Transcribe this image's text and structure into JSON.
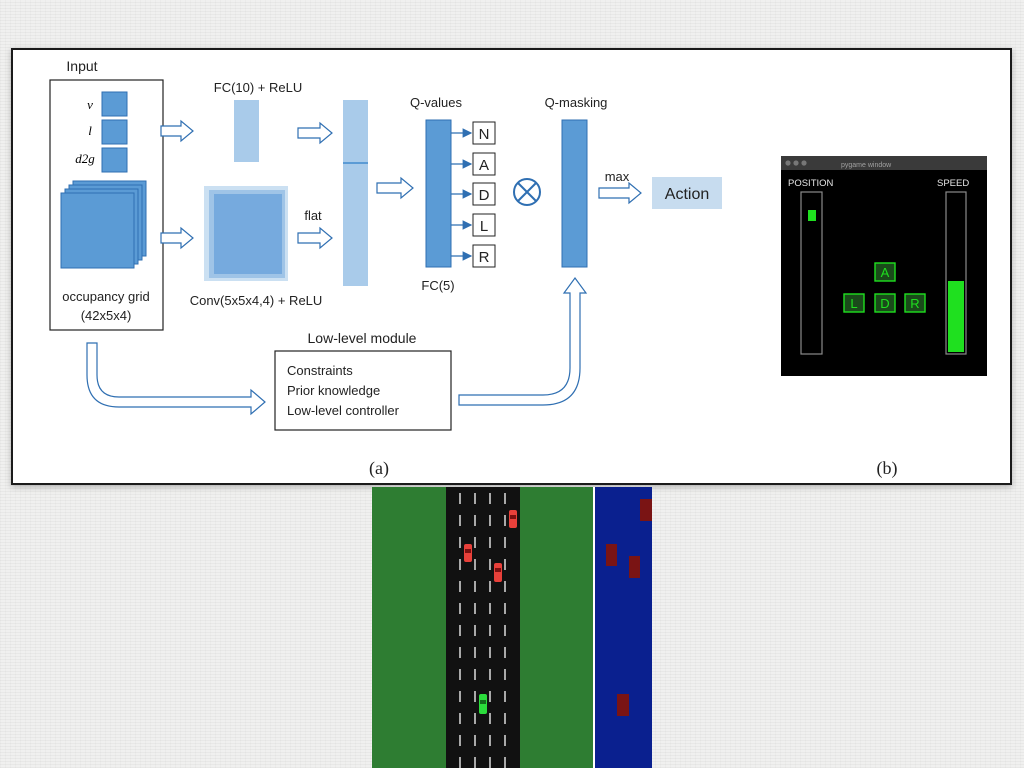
{
  "diagram": {
    "input_title": "Input",
    "inputs": [
      "v",
      "l",
      "d2g"
    ],
    "occupancy_label": "occupancy grid",
    "occupancy_dims": "(42x5x4)",
    "fc10_label": "FC(10) + ReLU",
    "conv_label": "Conv(5x5x4,4) + ReLU",
    "flat_label": "flat",
    "qvalues_label": "Q-values",
    "fc5_label": "FC(5)",
    "actions": [
      "N",
      "A",
      "D",
      "L",
      "R"
    ],
    "qmasking_label": "Q-masking",
    "max_label": "max",
    "action_label": "Action",
    "lowlevel_title": "Low-level module",
    "lowlevel_items": [
      "Constraints",
      "Prior knowledge",
      "Low-level controller"
    ],
    "caption_a": "(a)",
    "caption_b": "(b)"
  },
  "game_window": {
    "title": "pygame window",
    "position_label": "POSITION",
    "speed_label": "SPEED",
    "buttons": [
      "A",
      "L",
      "D",
      "R"
    ],
    "speed_level": 0.45
  },
  "colors": {
    "block_blue": "#5b9bd5",
    "light_blue": "#a9cbea",
    "action_box": "#c7dcef",
    "game_green": "#1fe01f",
    "grass": "#2e7d32",
    "road": "#111111",
    "water": "#0a208f",
    "car_red": "#e8403a",
    "car_green": "#2bdc3c"
  }
}
